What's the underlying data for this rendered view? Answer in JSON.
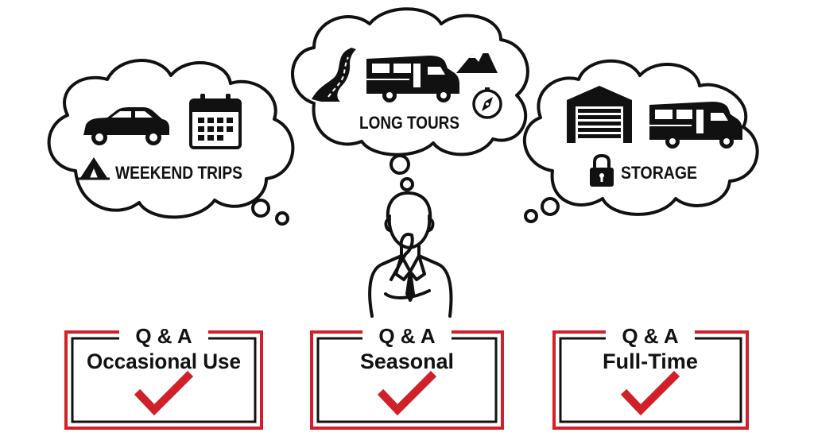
{
  "clouds": [
    {
      "label": "WEEKEND TRIPS",
      "icons": [
        "car-icon",
        "calendar-icon",
        "tent-icon"
      ]
    },
    {
      "label": "LONG TOURS",
      "icons": [
        "road-icon",
        "motorhome-icon",
        "mountains-icon",
        "compass-icon"
      ]
    },
    {
      "label": "STORAGE",
      "icons": [
        "garage-icon",
        "motorhome-icon",
        "padlock-icon"
      ]
    }
  ],
  "person": {
    "icon": "thinking-man-icon"
  },
  "boxes": [
    {
      "top": "Q & A",
      "title": "Occasional Use",
      "mark": "checkmark-icon"
    },
    {
      "top": "Q & A",
      "title": "Seasonal",
      "mark": "checkmark-icon"
    },
    {
      "top": "Q & A",
      "title": "Full-Time",
      "mark": "checkmark-icon"
    }
  ],
  "colors": {
    "accent": "#d0202a",
    "ink": "#111111",
    "background": "#ffffff"
  }
}
